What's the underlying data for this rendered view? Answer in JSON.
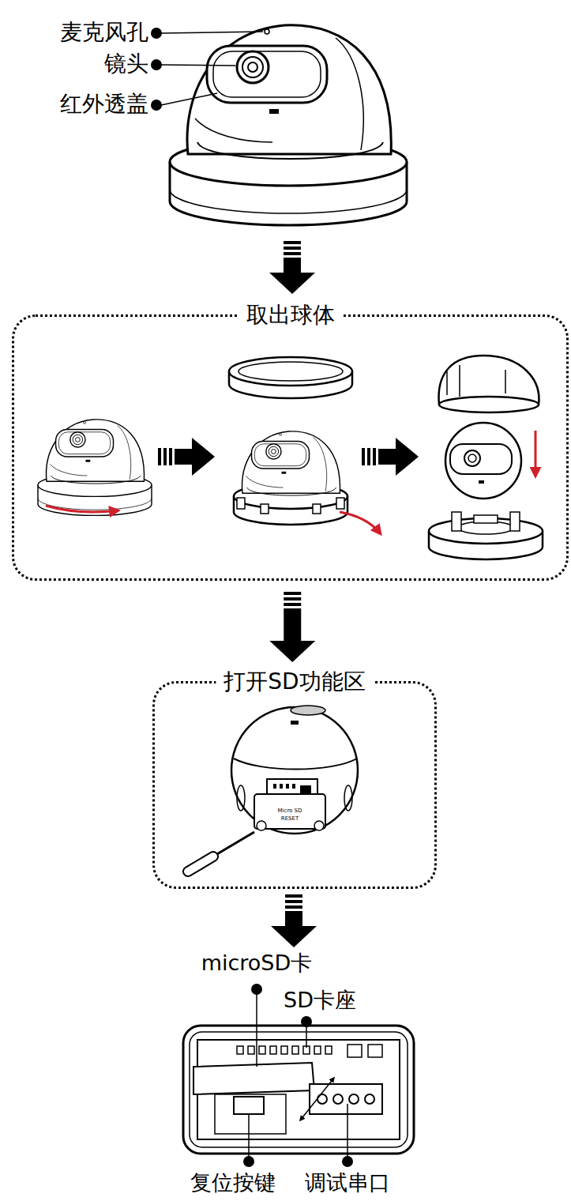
{
  "diagram": {
    "nodes": [
      {
        "text": [
          "取出球体"
        ]
      },
      {
        "text": [
          "打开SD功能区"
        ]
      }
    ],
    "edges": [
      {
        "from": 0,
        "to": 1,
        "arrow": "to"
      }
    ],
    "labels": [
      "麦克风孔",
      "镜头",
      "红外透盖",
      "Micro SD",
      "RESET",
      "microSD卡",
      "SD卡座",
      "复位按键",
      "调试串口"
    ]
  }
}
